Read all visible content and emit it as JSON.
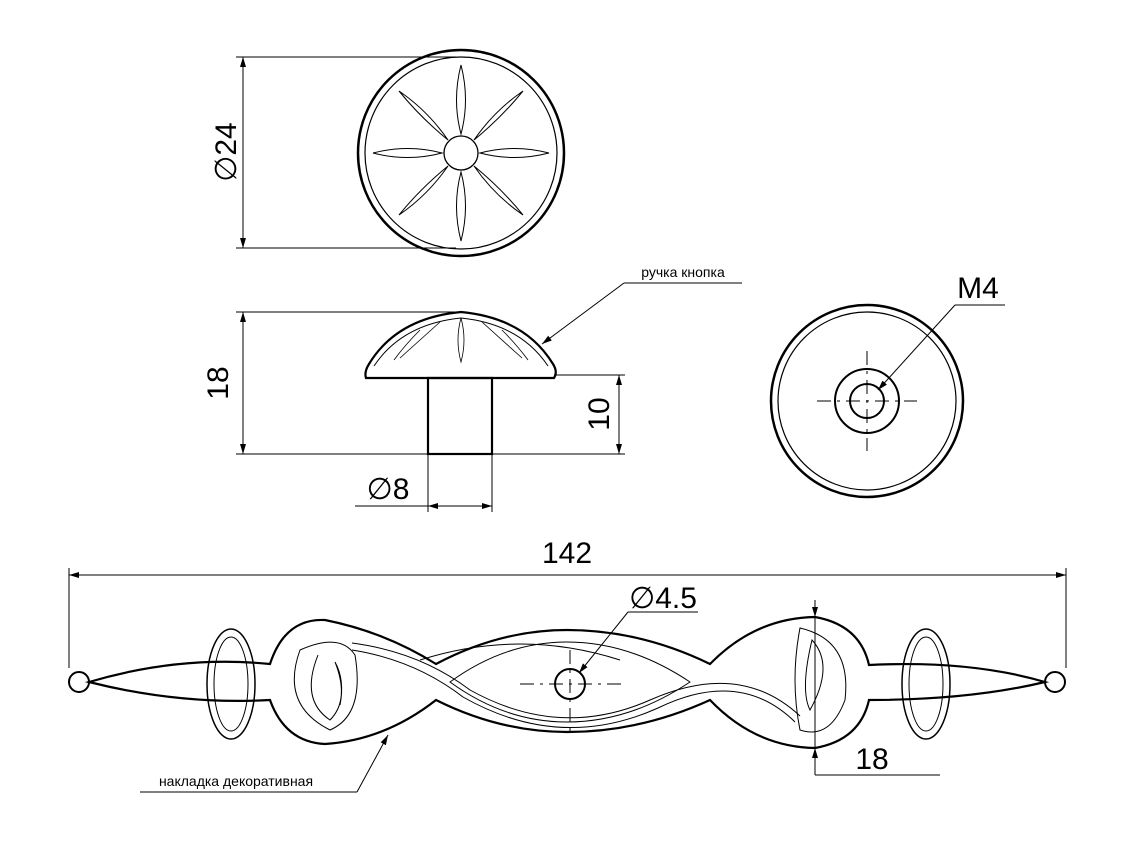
{
  "labels": {
    "knob_label": "ручка кнопка",
    "overlay_label": "накладка декоративная"
  },
  "dimensions": {
    "knob_diameter": "∅24",
    "knob_height": "18",
    "stem_height": "10",
    "stem_diameter": "∅8",
    "thread": "M4",
    "overlay_length": "142",
    "hole_diameter": "∅4.5",
    "overlay_height": "18"
  }
}
